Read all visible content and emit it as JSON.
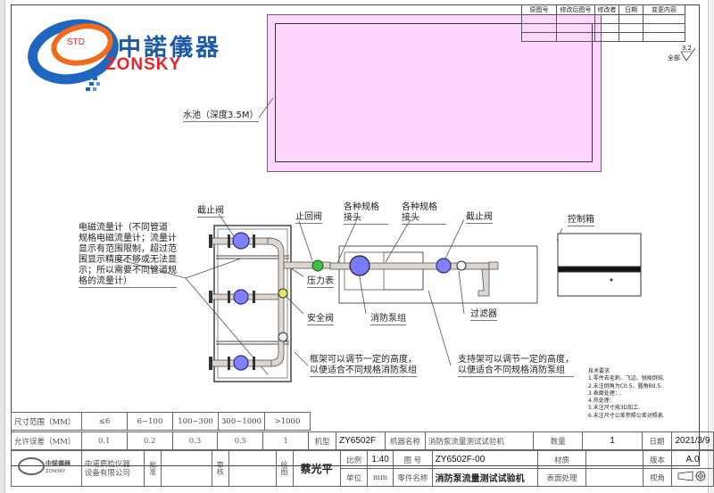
{
  "viewer": {},
  "logo": {
    "badge": "STD",
    "name_cn": "中諾儀器",
    "name_en": "ZONSKY"
  },
  "revision_table": {
    "headers": [
      "原图号",
      "修改后图号",
      "修改者",
      "日期",
      "变更内容"
    ],
    "rows": [
      [
        "",
        "",
        "",
        "",
        ""
      ],
      [
        "",
        "",
        "",
        "",
        ""
      ],
      [
        "",
        "",
        "",
        "",
        ""
      ]
    ]
  },
  "surface_finish": {
    "scope": "全部",
    "value": "3.2"
  },
  "labels": {
    "pool": "水池（深度3.5M）",
    "flowmeter": "电磁流量计（不同管道\n规格电磁流量计；流量计\n显示有范围限制，超过范\n围显示精度不够或无法显\n示；所以需要不同管道规\n格的流量计）",
    "globe_valve_left": "截止阀",
    "check_valve": "止回阀",
    "joint_1": "各种规格\n接头",
    "joint_2": "各种规格\n接头",
    "globe_valve_right": "截止阀",
    "control_box": "控制箱",
    "pressure_gauge": "压力表",
    "safety_valve": "安全阀",
    "pump_group": "消防泵组",
    "filter": "过滤器",
    "frame_note": "框架可以调节一定的高度，\n以便适合不同规格消防泵组",
    "support_note": "支持架可以调节一定的高度，\n以便适合不同规格消防泵组"
  },
  "tech_requirements": {
    "title": "技术要求",
    "items": [
      "1.零件去毛刺、飞边、锐棱倒钝.",
      "2.未注倒角为C0.5，圆角R0.5.",
      "3.表面处理：.",
      "4.热处理：",
      "5.未注尺寸按3D加工.",
      "6.未注尺寸公差参照公差对照表."
    ]
  },
  "tolerance_table": {
    "row1_label": "尺寸范围（MM）",
    "ranges": [
      "≤6",
      "6~100",
      "100~300",
      "300~1000",
      ">1000"
    ],
    "row2_label": "允许误差（MM）",
    "tolerances": [
      "0.1",
      "0.2",
      "0.3",
      "0.5",
      "1"
    ]
  },
  "title_block": {
    "company": "中诺质检仪器\n设备有限公司",
    "approve_label": "批准",
    "approve_value": "",
    "review_label": "审核",
    "review_value": "",
    "draw_label": "绘图",
    "drawer": "蔡光平",
    "model_label": "机型",
    "model": "ZY6502F",
    "machine_name_label": "机器名称",
    "machine_name": "消防泵流量测试试验机",
    "quantity_label": "数量",
    "quantity": "1",
    "date_label": "日期",
    "date": "2021/3/9",
    "scale_label": "比例",
    "scale": "1:40",
    "drawing_no_label": "图 号",
    "drawing_no": "ZY6502F-00",
    "material_label": "材质",
    "material": "",
    "version_label": "版本",
    "version": "A.0",
    "unit_label": "单位",
    "unit": "mm",
    "part_name_label": "零件名称",
    "part_name": "消防泵流量测试试验机",
    "surface_label": "表面处理",
    "surface": "",
    "view_label": "视角",
    "view_symbol": "first-angle-projection-icon"
  }
}
